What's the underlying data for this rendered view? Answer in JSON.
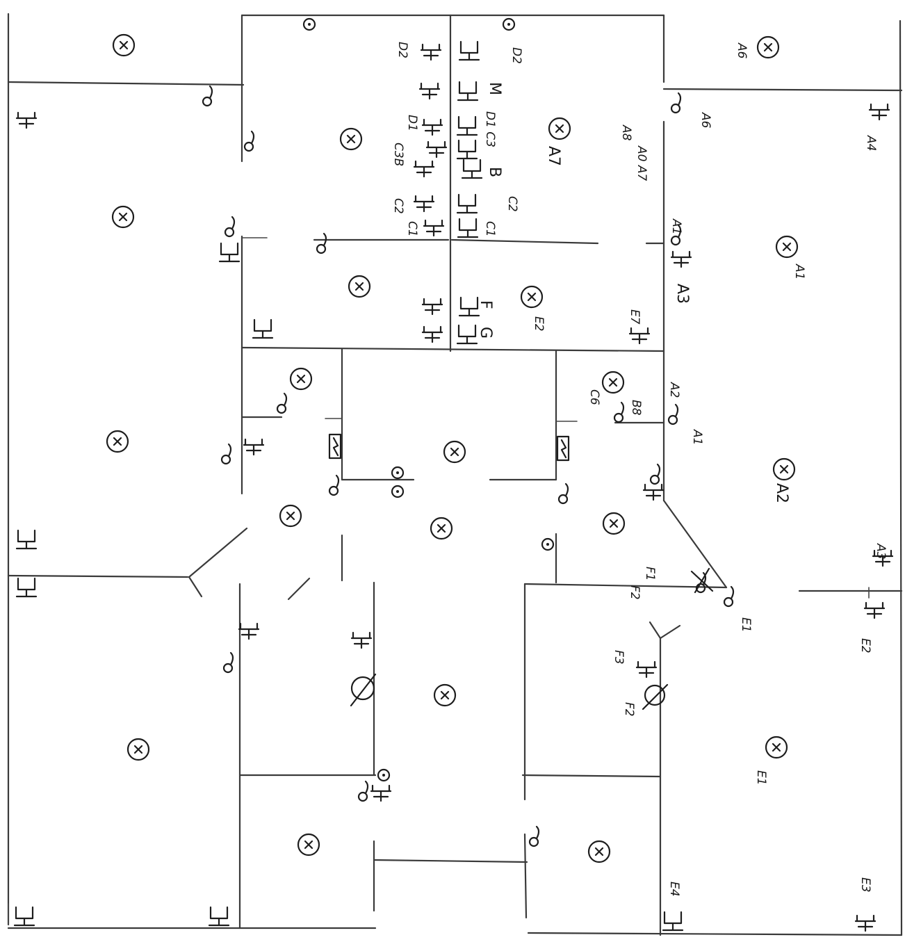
{
  "labels": {
    "d2_top": "D2",
    "d2_left": "D2",
    "m": "M",
    "d1": "D1",
    "d1_c3_right": "D1 C3",
    "c3b": "C3B",
    "b": "B",
    "c2_right": "C2",
    "c2_left": "C2",
    "c1_right": "C1",
    "c1_left": "C1",
    "a7": "A7",
    "a8": "A8",
    "a0_a7": "A0 A7",
    "a6_left": "A6",
    "a6_top": "A6",
    "a4": "A4",
    "a1_center": "A1",
    "a1_lower": "A1",
    "a1_mid": "A1",
    "a3": "A3",
    "a2": "A2",
    "a3b": "A3",
    "e0_a2": "A2",
    "e7": "E7",
    "b8": "B8",
    "c6": "C6",
    "e2_center": "E2",
    "f": "F",
    "g": "G",
    "e2_right": "E2",
    "e1_mid": "E1",
    "e1_bottom": "E1",
    "f1": "F1",
    "f2": "F2",
    "f3": "F3",
    "e4": "E4",
    "e3": "E3"
  },
  "symbols": {
    "luminaire": "circle-x",
    "outlet": "outlet",
    "switch": "switch",
    "socket_pair": "socket-pair",
    "panel": "electric-panel"
  }
}
